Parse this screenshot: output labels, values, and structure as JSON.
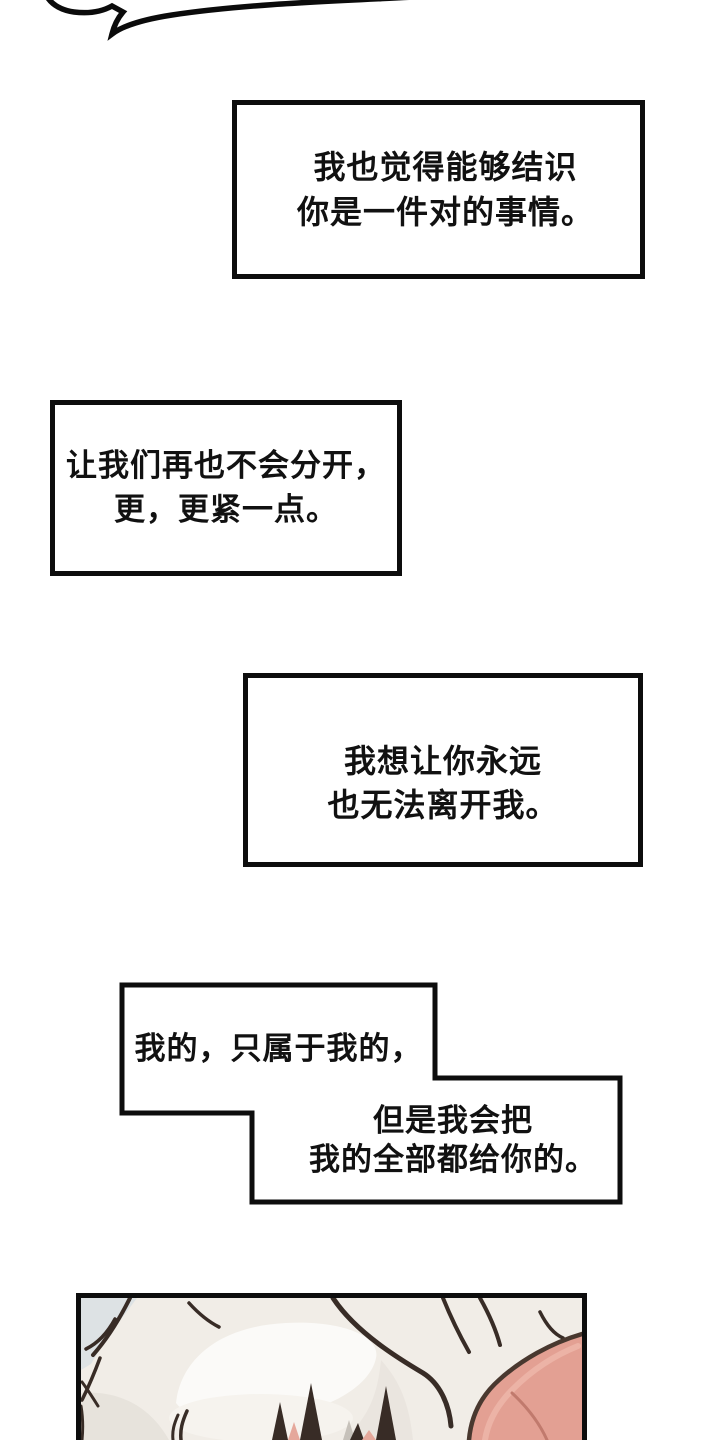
{
  "comic": {
    "background_color": "#ffffff",
    "line_color": "#0d0d0d",
    "text_color": "#111111",
    "speech_boxes": [
      {
        "lines": [
          "我也觉得能够结识",
          "你是一件对的事情。"
        ]
      },
      {
        "lines": [
          "让我们再也不会分开，",
          "更，更紧一点。"
        ]
      },
      {
        "lines": [
          "我想让你永远",
          "也无法离开我。"
        ]
      },
      {
        "lines": [
          "我的，只属于我的，"
        ]
      },
      {
        "lines": [
          "但是我会把",
          "我的全部都给你的。"
        ]
      }
    ],
    "illustration": {
      "description": "Close-up of pale wavy hair with a pink shoulder at the lower right",
      "colors": {
        "hair_base": "#f1ede7",
        "hair_highlight": "#fbfaf8",
        "hair_shade": "#e7e3dc",
        "hair_outline": "#382c26",
        "corner_background": "#dde2e4",
        "skin_pink": "#e3a093",
        "skin_pink_light": "#ecb3a6",
        "skin_line": "#c17a6d"
      }
    }
  }
}
